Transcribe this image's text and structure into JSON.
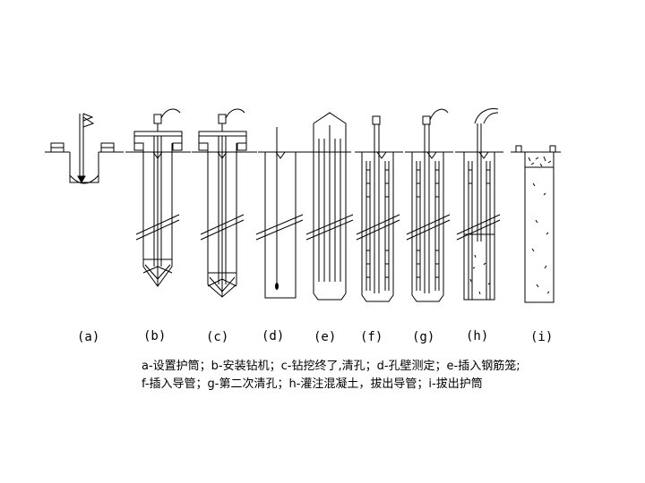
{
  "stages": [
    {
      "id": "a",
      "label": "(a)"
    },
    {
      "id": "b",
      "label": "(b)"
    },
    {
      "id": "c",
      "label": "(c)"
    },
    {
      "id": "d",
      "label": "(d)"
    },
    {
      "id": "e",
      "label": "(e)"
    },
    {
      "id": "f",
      "label": "(f)"
    },
    {
      "id": "g",
      "label": "(g)"
    },
    {
      "id": "h",
      "label": "(h)"
    },
    {
      "id": "i",
      "label": "(i)"
    }
  ],
  "caption": {
    "line1": "a-设置护筒；b-安装钻机；c-钻挖终了,清孔；d-孔壁测定；e-插入钢筋笼;",
    "line2": "f-插入导管；g-第二次清孔；h-灌注混凝土，拔出导管；i-拔出护筒"
  }
}
